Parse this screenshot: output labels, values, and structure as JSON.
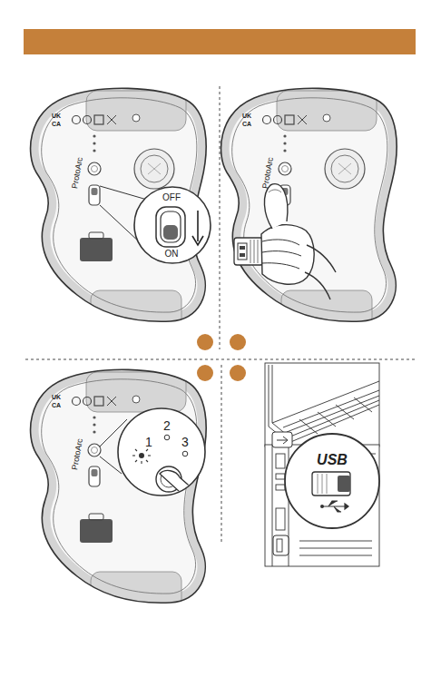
{
  "diagram": {
    "labels": [
      "UK",
      "CA",
      "ProtoArc",
      "OFF",
      "ON",
      "UK",
      "CA",
      "ProtoArc",
      "UK",
      "CA",
      "ProtoArc",
      "2",
      "1",
      "3",
      "USB"
    ]
  }
}
